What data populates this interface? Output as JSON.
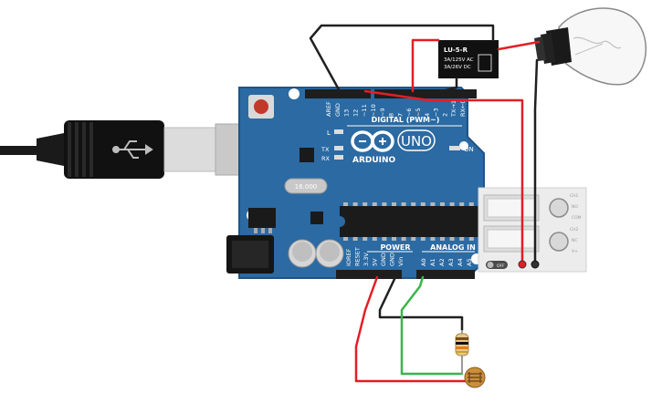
{
  "colors": {
    "board": "#2b6aa3",
    "board_edge": "#1f5484",
    "header": "#1e1e1e",
    "wire_red": "#e31e24",
    "wire_black": "#202020",
    "wire_green": "#3bb54a",
    "relay_body": "#111111",
    "module_body": "#ececec"
  },
  "icons": {
    "usb_plug": "usb-plug-icon",
    "usb_symbol": "usb-symbol-icon",
    "arduino_logo": "arduino-infinity-logo-icon",
    "bulb": "light-bulb-icon",
    "resistor": "resistor-icon",
    "photoresistor": "photoresistor-icon"
  },
  "arduino": {
    "brand": "ARDUINO",
    "model": "UNO",
    "digital_label": "DIGITAL (PWM~)",
    "power_label": "POWER",
    "analog_label": "ANALOG IN",
    "on_label": "ON",
    "led_l": "L",
    "led_tx": "TX",
    "led_rx": "RX",
    "crystal": "16.000",
    "digital_pins": [
      "AREF",
      "GND",
      "13",
      "12",
      "~11",
      "~10",
      "~9",
      "8",
      "7",
      "~6",
      "~5",
      "4",
      "~3",
      "2",
      "TX→1",
      "RX←0"
    ],
    "power_pins": [
      "IOREF",
      "RESET",
      "3.3V",
      "5V",
      "GND",
      "GND",
      "Vin"
    ],
    "analog_pins": [
      "A0",
      "A1",
      "A2",
      "A3",
      "A4",
      "A5"
    ]
  },
  "relay": {
    "model": "LU-5-R",
    "rating_ac": "3A/125V AC",
    "rating_dc": "3A/26V DC"
  },
  "relay_module": {
    "off_label": "OFF",
    "terminal_labels": [
      "CH1",
      "NO",
      "COM",
      "CH2",
      "NC",
      "V+"
    ]
  }
}
